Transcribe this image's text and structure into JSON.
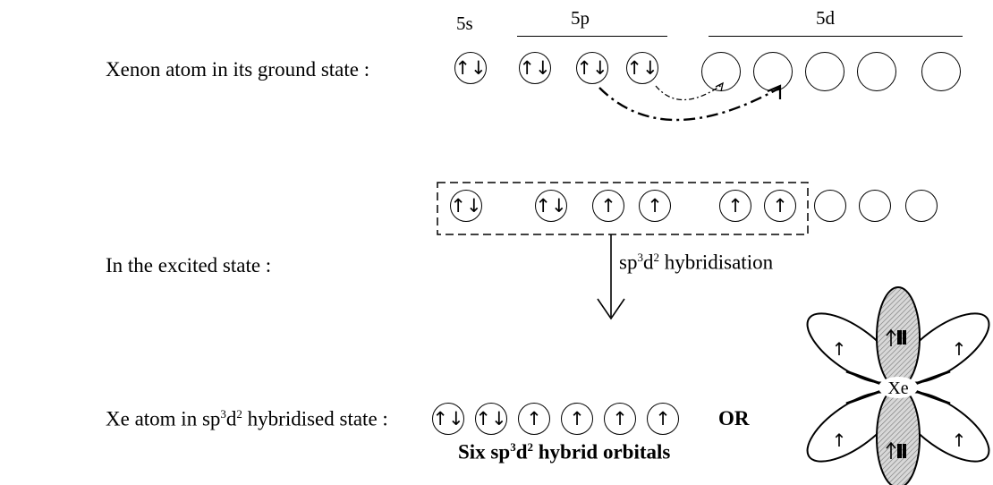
{
  "rows": {
    "ground": {
      "label": "Xenon atom in its ground state :",
      "sublevels": [
        {
          "name": "5s",
          "orbitals": [
            "↑↓"
          ]
        },
        {
          "name": "5p",
          "orbitals": [
            "↑↓",
            "↑↓",
            "↑↓"
          ]
        },
        {
          "name": "5d",
          "orbitals": [
            "",
            "",
            "",
            "",
            ""
          ]
        }
      ]
    },
    "excited": {
      "label": "In the excited state :",
      "orbitals_group1": [
        "↑↓"
      ],
      "orbitals_group2": [
        "↑↓",
        "↑",
        "↑"
      ],
      "orbitals_group3": [
        "↑",
        "↑"
      ],
      "orbitals_empty": [
        "",
        "",
        ""
      ],
      "arrow_label_main": "sp",
      "arrow_label_sup1": "3",
      "arrow_label_mid": "d",
      "arrow_label_sup2": "2",
      "arrow_label_tail": " hybridisation"
    },
    "hybrid": {
      "label_main": "Xe atom in sp",
      "label_sup1": "3",
      "label_mid": "d",
      "label_sup2": "2",
      "label_tail": " hybridised state :",
      "orbitals": [
        "↑↓",
        "↑↓",
        "↑",
        "↑",
        "↑",
        "↑"
      ],
      "or_text": "OR",
      "caption_main": "Six sp",
      "caption_sup1": "3",
      "caption_mid": "d",
      "caption_sup2": "2",
      "caption_tail": " hybrid orbitals"
    }
  },
  "structure": {
    "center_atom": "Xe",
    "lobe_arrows": [
      "↑",
      "↑",
      "↑",
      "↑"
    ]
  }
}
